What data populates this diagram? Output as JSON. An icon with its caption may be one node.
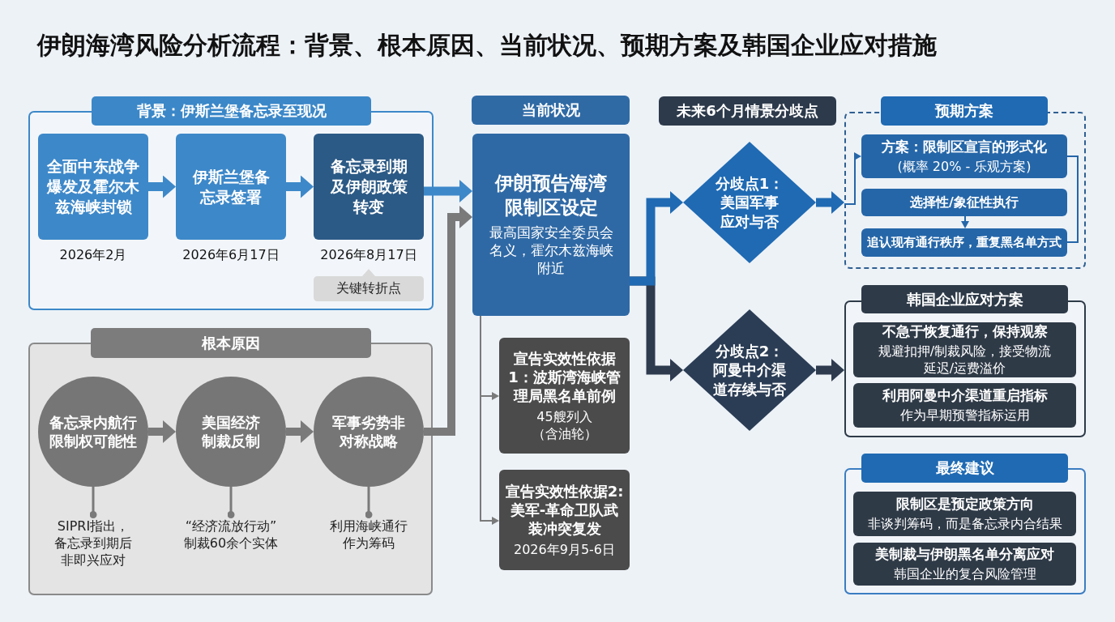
{
  "diagram": {
    "title": "伊朗海湾风险分析流程：背景、根本原因、当前状况、预期方案及韩国企业应对措施",
    "nodes": [
      {
        "text": [
          "背景：伊斯兰堡备忘录至现况"
        ]
      },
      {
        "text": [
          "全面中东战争爆发及霍尔木兹海峡封锁"
        ],
        "beside": [
          "2026年2月"
        ],
        "in": 0
      },
      {
        "text": [
          "伊斯兰堡备忘录签署"
        ],
        "beside": [
          "2026年6月17日"
        ],
        "in": 0
      },
      {
        "text": [
          "备忘录到期及伊朗政策转变"
        ],
        "beside": [
          "2026年8月17日"
        ],
        "in": 0
      },
      {
        "text": [
          "关键转折点"
        ],
        "in": 0
      },
      {
        "text": [
          "根本原因"
        ]
      },
      {
        "text": [
          "备忘录内航行限制权可能性"
        ],
        "in": 5
      },
      {
        "text": [
          "SIPRI指出，备忘录到期后非即兴应对"
        ],
        "in": 5
      },
      {
        "text": [
          "美国经济制裁反制"
        ],
        "in": 5
      },
      {
        "text": [
          "“经济流放行动”制裁60余个实体"
        ],
        "in": 5
      },
      {
        "text": [
          "军事劣势非对称战略"
        ],
        "in": 5
      },
      {
        "text": [
          "利用海峡通行作为筹码"
        ],
        "in": 5
      },
      {
        "text": [
          "当前状况"
        ]
      },
      {
        "text": [
          "伊朗预告海湾限制区设定",
          "最高国家安全委员会名义，霍尔木兹海峡附近"
        ]
      },
      {
        "text": [
          "宣告实效性依据1：波斯湾海峡管理局黑名单前例",
          "45艘列入（含油轮）"
        ]
      },
      {
        "text": [
          "宣告实效性依据2:美军-革命卫队武装冲突复发",
          "2026年9月5-6日"
        ]
      },
      {
        "text": [
          "未来6个月情景分歧点"
        ]
      },
      {
        "text": [
          "分歧点1：美国军事应对与否"
        ]
      },
      {
        "text": [
          "分歧点2：阿曼中介渠道存续与否"
        ]
      },
      {
        "text": [
          "预期方案"
        ]
      },
      {
        "text": [
          "方案：限制区宣言的形式化",
          "(概率 20% - 乐观方案)"
        ],
        "in": 19
      },
      {
        "text": [
          "选择性/象征性执行"
        ],
        "in": 19
      },
      {
        "text": [
          "追认现有通行秩序，重复黑名单方式"
        ],
        "in": 19
      },
      {
        "text": [
          "韩国企业应对方案"
        ]
      },
      {
        "text": [
          "不急于恢复通行，保持观察",
          "规避扣押/制裁风险，接受物流延迟/运费溢价"
        ],
        "in": 23
      },
      {
        "text": [
          "利用阿曼中介渠道重启指标",
          "作为早期预警指标运用"
        ],
        "in": 23
      },
      {
        "text": [
          "最终建议"
        ]
      },
      {
        "text": [
          "限制区是预定政策方向",
          "非谈判筹码，而是备忘录内合结果"
        ],
        "in": 26
      },
      {
        "text": [
          "美制裁与伊朗黑名单分离应对",
          "韩国企业的复合风险管理"
        ],
        "in": 26
      }
    ],
    "edges": [
      {
        "from": 1,
        "to": 2,
        "arrow": "to",
        "color": "#3d88c9"
      },
      {
        "from": 2,
        "to": 3,
        "arrow": "to",
        "color": "#3d88c9"
      },
      {
        "from": 3,
        "to": 13,
        "arrow": "to",
        "color": "#3d88c9"
      },
      {
        "from": 6,
        "to": 8,
        "arrow": "to"
      },
      {
        "from": 8,
        "to": 10,
        "arrow": "to"
      },
      {
        "from": 10,
        "to": 13,
        "arrow": "to"
      },
      {
        "from": 6,
        "to": 7,
        "arrow": "other"
      },
      {
        "from": 8,
        "to": 9,
        "arrow": "other"
      },
      {
        "from": 10,
        "to": 11,
        "arrow": "other"
      },
      {
        "from": 13,
        "to": 14,
        "arrow": "to"
      },
      {
        "from": 13,
        "to": 15,
        "arrow": "to"
      },
      {
        "from": 13,
        "to": 17,
        "arrow": "to",
        "color": "#1f6ab3"
      },
      {
        "from": 13,
        "to": 18,
        "arrow": "to",
        "color": "#2e3b4f"
      },
      {
        "from": 17,
        "to": 19,
        "arrow": "to",
        "color": "#1f6ab3"
      },
      {
        "from": 19,
        "to": 20,
        "arrow": "to",
        "color": "#2566a8"
      },
      {
        "from": 21,
        "to": 22,
        "arrow": "to",
        "color": "#2566a8"
      },
      {
        "from": 20,
        "to": 22,
        "arrow": "none",
        "color": "#2566a8"
      },
      {
        "from": 18,
        "to": 23,
        "arrow": "to",
        "color": "#2e3b4f"
      }
    ]
  }
}
